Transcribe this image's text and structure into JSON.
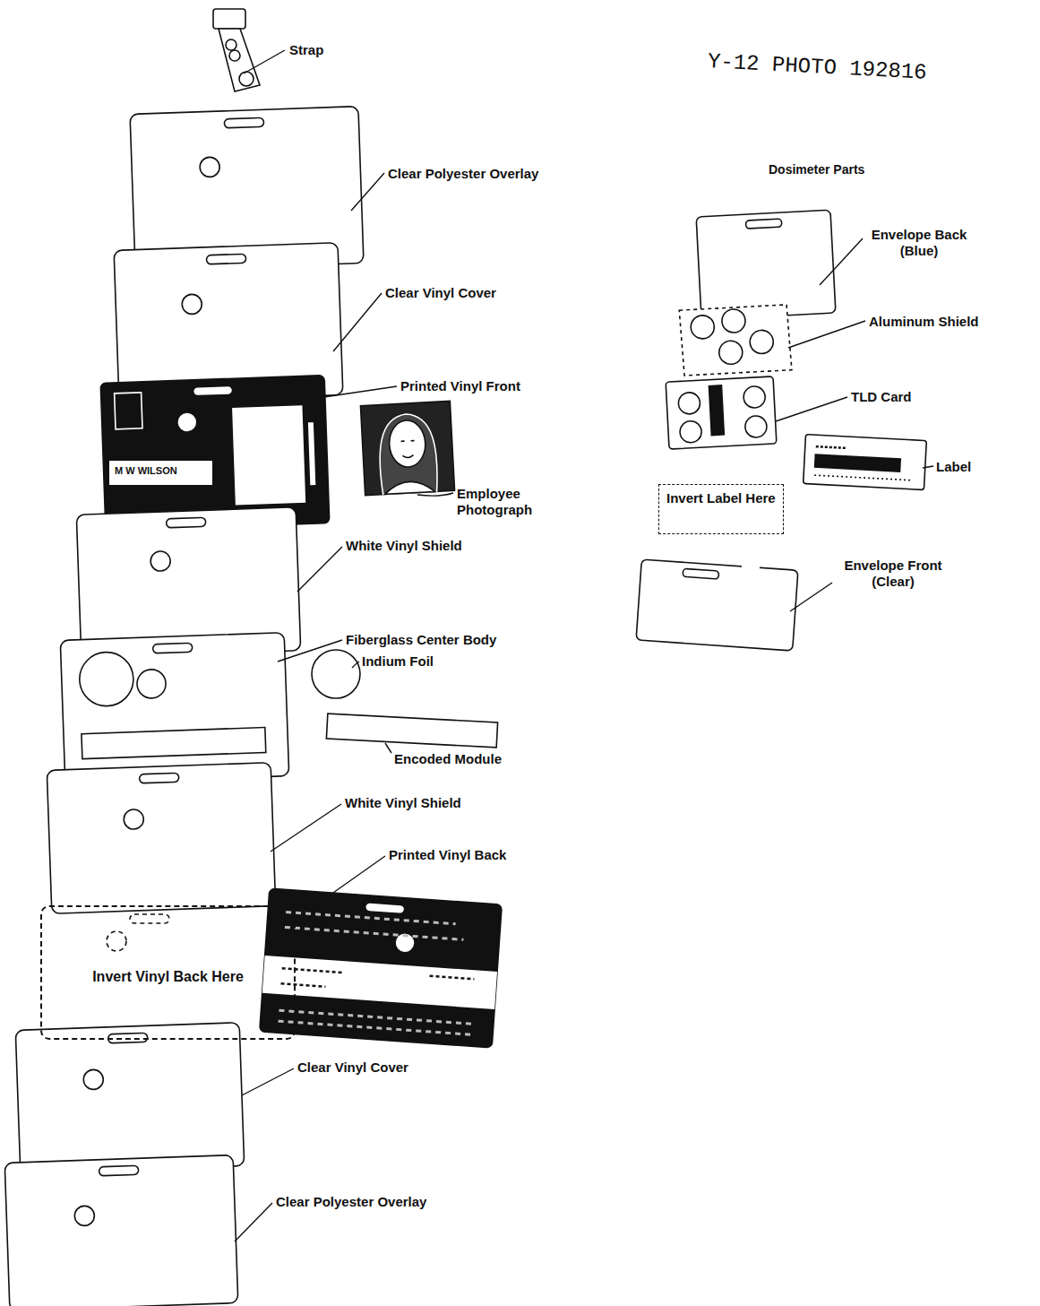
{
  "diagram": {
    "nodes": [
      {
        "text": [
          "M W WILSON"
        ]
      },
      {
        "text": [
          "Invert Vinyl Back Here"
        ]
      },
      {
        "text": [
          "Invert Label Here"
        ]
      }
    ],
    "labels": [
      "Y-12 PHOTO 192816",
      "Strap",
      "Clear Polyester Overlay",
      "Dosimeter Parts",
      "Envelope Back (Blue)",
      "Clear Vinyl Cover",
      "Aluminum Shield",
      "Printed Vinyl Front",
      "TLD Card",
      "Label",
      "Employee Photograph",
      "Envelope Front (Clear)",
      "White Vinyl Shield",
      "Fiberglass Center Body",
      "Indium Foil",
      "Encoded Module",
      "White Vinyl Shield",
      "Printed Vinyl Back",
      "Clear Vinyl Cover",
      "Clear Polyester Overlay"
    ]
  }
}
